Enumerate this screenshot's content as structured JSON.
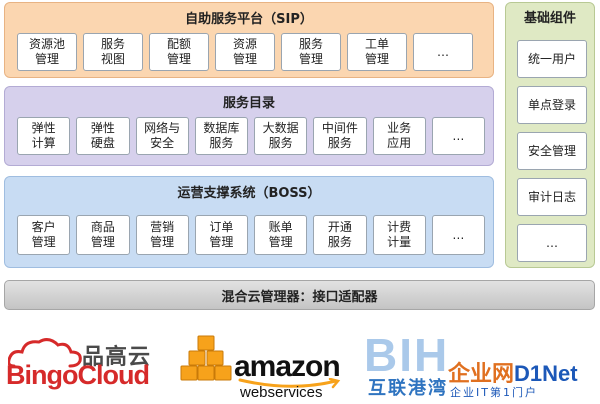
{
  "sip": {
    "title": "自助服务平台（SIP）",
    "modules": [
      "资源池\n管理",
      "服务\n视图",
      "配额\n管理",
      "资源\n管理",
      "服务\n管理",
      "工单\n管理",
      "…"
    ]
  },
  "service_catalog": {
    "title": "服务目录",
    "modules": [
      "弹性\n计算",
      "弹性\n硬盘",
      "网络与\n安全",
      "数据库\n服务",
      "大数据\n服务",
      "中间件\n服务",
      "业务\n应用",
      "…"
    ]
  },
  "boss": {
    "title": "运营支撑系统（BOSS）",
    "modules": [
      "客户\n管理",
      "商品\n管理",
      "营销\n管理",
      "订单\n管理",
      "账单\n管理",
      "开通\n服务",
      "计费\n计量",
      "…"
    ]
  },
  "basic_components": {
    "title": "基础组件",
    "modules": [
      "统一用户",
      "单点登录",
      "安全管理",
      "审计日志",
      "…"
    ]
  },
  "hybrid_manager": {
    "label": "混合云管理器：接口适配器"
  },
  "logos": {
    "bingocloud": {
      "cn": "品高云",
      "en": "BingoCloud"
    },
    "amazon": {
      "word": "amazon",
      "sub": "webservices"
    },
    "bih": {
      "mark": "BIH",
      "cn": "互联港湾"
    },
    "ctiforum": {
      "main_orange": "企业网",
      "main_blue": "D1Net",
      "sub": "企业IT第1门户"
    }
  },
  "colors": {
    "sip_bg": "#fbd6b0",
    "service_bg": "#d6d0ec",
    "boss_bg": "#c8dcf3",
    "basic_bg": "#dfe9c4",
    "bingo_red": "#d62a2a",
    "amazon_orange": "#f7a21b",
    "bih_blue": "#2f74c0"
  }
}
